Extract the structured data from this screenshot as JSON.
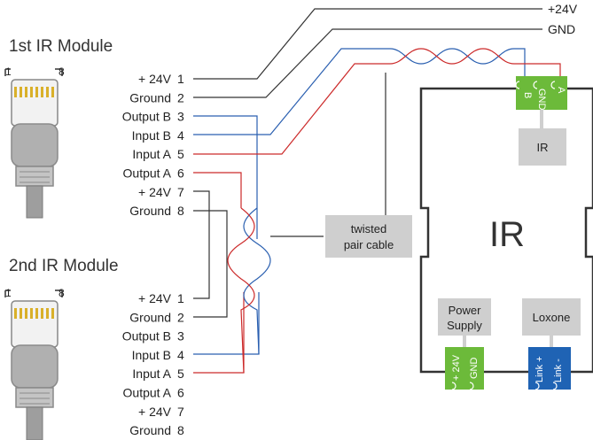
{
  "modules": [
    {
      "title": "1st IR Module",
      "pin_left": "1",
      "pin_right": "8"
    },
    {
      "title": "2nd IR Module",
      "pin_left": "1",
      "pin_right": "8"
    }
  ],
  "pins": [
    {
      "name": "+ 24V",
      "num": "1"
    },
    {
      "name": "Ground",
      "num": "2"
    },
    {
      "name": "Output B",
      "num": "3"
    },
    {
      "name": "Input B",
      "num": "4"
    },
    {
      "name": "Input A",
      "num": "5"
    },
    {
      "name": "Output A",
      "num": "6"
    },
    {
      "name": "+ 24V",
      "num": "7"
    },
    {
      "name": "Ground",
      "num": "8"
    }
  ],
  "supply": {
    "plus": "+24V",
    "gnd": "GND"
  },
  "cable_label": [
    "twisted",
    "pair cable"
  ],
  "device": {
    "label": "IR",
    "ir_terminal": {
      "pins": [
        "B",
        "GND",
        "A"
      ],
      "caption": "IR"
    },
    "power_terminal": {
      "pins": [
        "+ 24V",
        "GND"
      ],
      "caption": [
        "Power",
        "Supply"
      ]
    },
    "loxone_terminal": {
      "pins": [
        "Link +",
        "Link -"
      ],
      "caption": "Loxone"
    }
  },
  "colors": {
    "blue_wire": "#2a5fb0",
    "red_wire": "#cc2a2a",
    "green_terminal": "#6cba3a",
    "blue_terminal": "#1f63b4",
    "grey_box": "#cfcfcf",
    "connector_gold": "#d9b02a",
    "connector_body": "#b8b8b8"
  }
}
